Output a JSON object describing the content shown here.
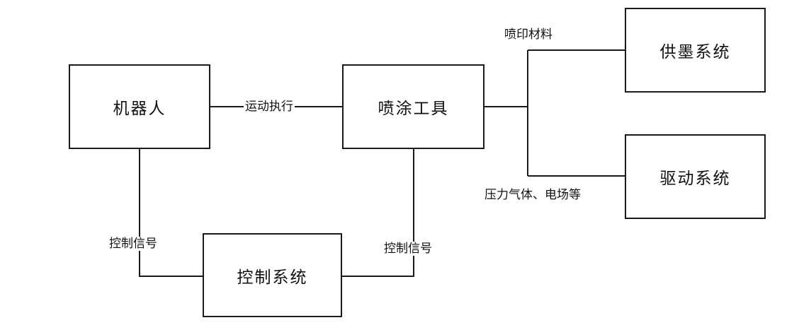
{
  "nodes": {
    "robot": "机器人",
    "spray_tool": "喷涂工具",
    "control_system": "控制系统",
    "ink_supply": "供墨系统",
    "drive_system": "驱动系统"
  },
  "edges": {
    "motion_execution": "运动执行",
    "control_signal_left": "控制信号",
    "control_signal_right": "控制信号",
    "printing_material": "喷印材料",
    "pressure_gas": "压力气体、电场等"
  },
  "colors": {
    "line": "#1a1a1a",
    "background": "#ffffff"
  }
}
